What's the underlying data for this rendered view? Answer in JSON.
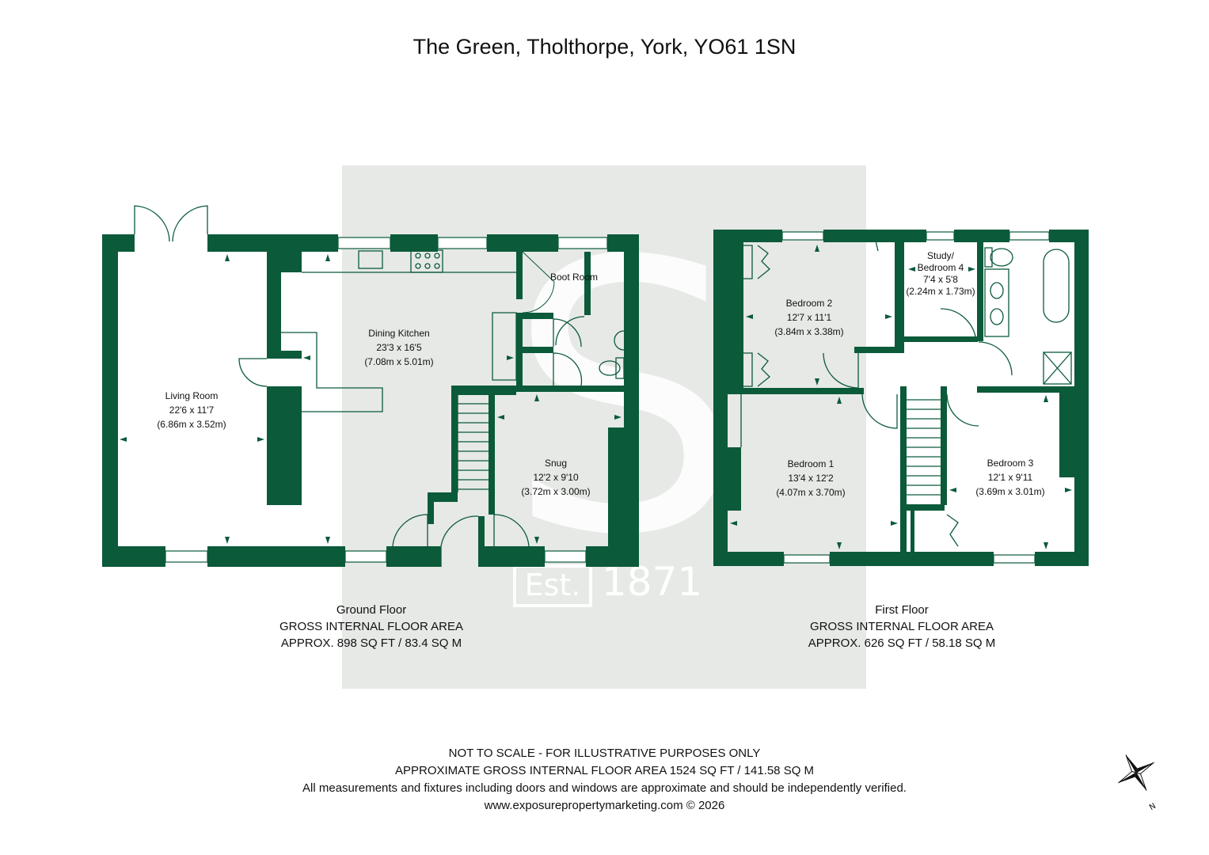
{
  "title": "The Green, Tholthorpe, York, YO61 1SN",
  "watermark": {
    "est": "Est.",
    "year": "1871",
    "letter": "S"
  },
  "rooms": {
    "living_room": {
      "name": "Living Room",
      "imperial": "22'6 x 11'7",
      "metric": "(6.86m x 3.52m)"
    },
    "dining_kitchen": {
      "name": "Dining Kitchen",
      "imperial": "23'3 x 16'5",
      "metric": "(7.08m x 5.01m)"
    },
    "boot_room": {
      "name": "Boot Room"
    },
    "snug": {
      "name": "Snug",
      "imperial": "12'2 x 9'10",
      "metric": "(3.72m x 3.00m)"
    },
    "bedroom_2": {
      "name": "Bedroom 2",
      "imperial": "12'7 x 11'1",
      "metric": "(3.84m x 3.38m)"
    },
    "study": {
      "name_line1": "Study/",
      "name_line2": "Bedroom 4",
      "imperial": "7'4 x 5'8",
      "metric": "(2.24m x 1.73m)"
    },
    "bedroom_1": {
      "name": "Bedroom 1",
      "imperial": "13'4 x 12'2",
      "metric": "(4.07m x 3.70m)"
    },
    "bedroom_3": {
      "name": "Bedroom 3",
      "imperial": "12'1 x 9'11",
      "metric": "(3.69m x 3.01m)"
    }
  },
  "floors": {
    "ground": {
      "name": "Ground Floor",
      "area_label": "GROSS INTERNAL FLOOR AREA",
      "area": "APPROX. 898 SQ FT / 83.4 SQ M"
    },
    "first": {
      "name": "First Floor",
      "area_label": "GROSS INTERNAL FLOOR AREA",
      "area": "APPROX. 626 SQ FT / 58.18 SQ M"
    }
  },
  "footer": {
    "line1": "NOT TO SCALE - FOR ILLUSTRATIVE PURPOSES ONLY",
    "line2": "APPROXIMATE GROSS INTERNAL FLOOR AREA 1524 SQ FT / 141.58 SQ M",
    "line3": "All measurements and fixtures including doors and windows are approximate and should be independently verified.",
    "line4": "www.exposurepropertymarketing.com © 2026"
  },
  "compass": {
    "north": "N"
  },
  "colors": {
    "wall": "#0b5a3a",
    "watermark_bg": "#e6e9e6",
    "text": "#111111"
  }
}
